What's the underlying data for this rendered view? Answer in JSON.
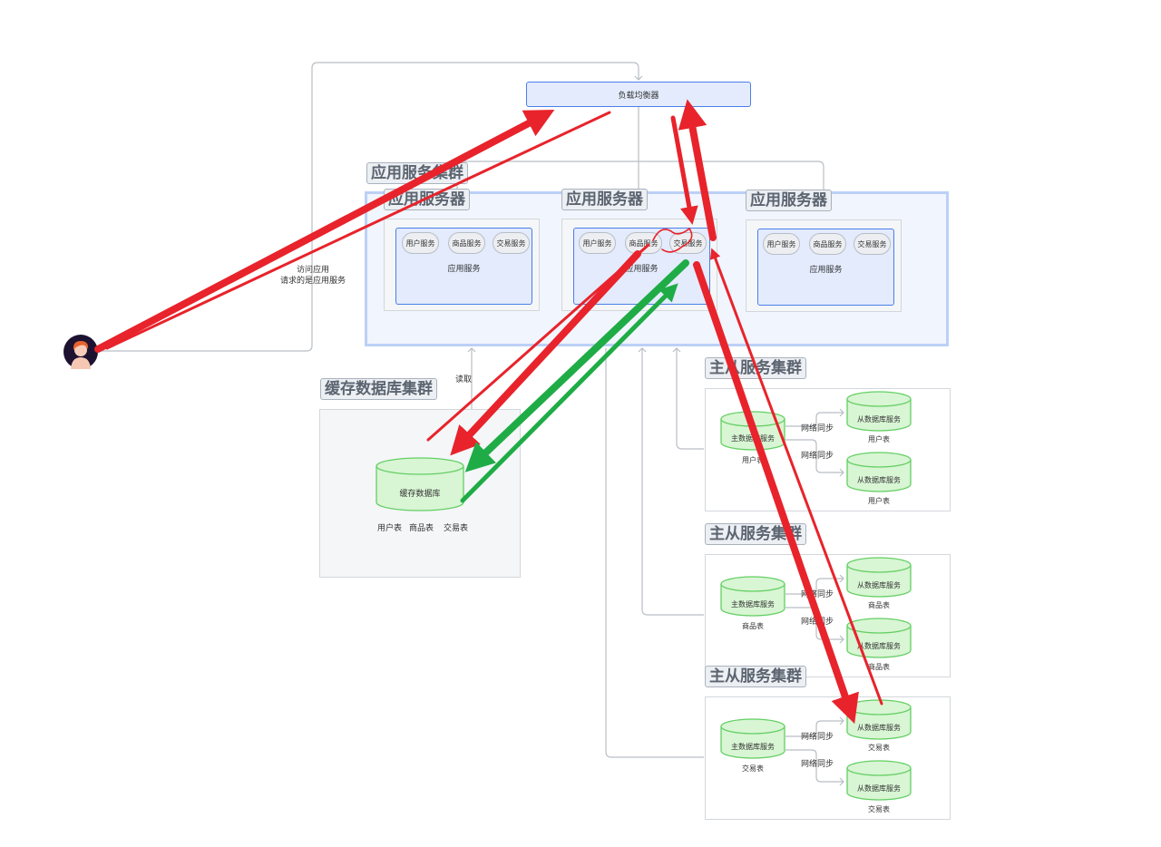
{
  "load_balancer": {
    "label": "负载均衡器"
  },
  "app_cluster": {
    "title": "应用服务集群",
    "servers": [
      {
        "title": "应用服务器",
        "services": [
          "用户服务",
          "商品服务",
          "交易服务"
        ],
        "label": "应用服务"
      },
      {
        "title": "应用服务器",
        "services": [
          "用户服务",
          "商品服务",
          "交易服务"
        ],
        "label": "应用服务"
      },
      {
        "title": "应用服务器",
        "services": [
          "用户服务",
          "商品服务",
          "交易服务"
        ],
        "label": "应用服务"
      }
    ]
  },
  "user_access": {
    "line1": "访问应用",
    "line2": "请求的是应用服务"
  },
  "cache_cluster": {
    "title": "缓存数据库集群",
    "db": "缓存数据库",
    "tables": [
      "用户表",
      "商品表",
      "交易表"
    ],
    "read_label": "读取"
  },
  "ms_clusters": [
    {
      "title": "主从服务集群",
      "master": "主数据库服务",
      "master_table": "用户表",
      "slaves": [
        {
          "name": "从数据库服务",
          "table": "用户表"
        },
        {
          "name": "从数据库服务",
          "table": "用户表"
        }
      ],
      "sync": [
        "网络同步",
        "网络同步"
      ]
    },
    {
      "title": "主从服务集群",
      "master": "主数据库服务",
      "master_table": "商品表",
      "slaves": [
        {
          "name": "从数据库服务",
          "table": "商品表"
        },
        {
          "name": "从数据库服务",
          "table": "商品表"
        }
      ],
      "sync": [
        "网络同步",
        "网络同步"
      ]
    },
    {
      "title": "主从服务集群",
      "master": "主数据库服务",
      "master_table": "交易表",
      "slaves": [
        {
          "name": "从数据库服务",
          "table": "交易表"
        },
        {
          "name": "从数据库服务",
          "table": "交易表"
        }
      ],
      "sync": [
        "网络同步",
        "网络同步"
      ]
    }
  ],
  "colors": {
    "accent_blue": "#4a7ee8",
    "db_green": "#63cf63",
    "annotation_red": "#e8232b",
    "annotation_green": "#1fac46"
  }
}
